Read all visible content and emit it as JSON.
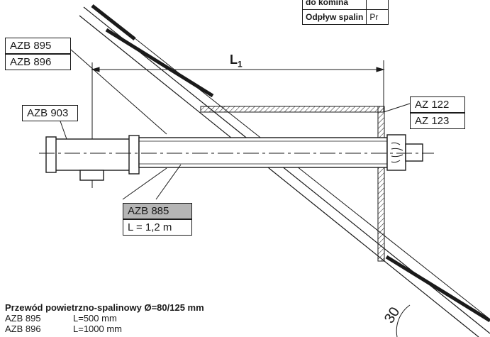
{
  "table": {
    "row1_label": "do komina",
    "row2_label": "Odpływ spalin",
    "row2_value": "Pr"
  },
  "labels": {
    "azb895": "AZB 895",
    "azb896": "AZB 896",
    "azb903": "AZB 903",
    "az122": "AZ 122",
    "az123": "AZ 123",
    "azb885": "AZB 885",
    "azb885_length": "L = 1,2 m"
  },
  "dimension": {
    "text": "L",
    "subscript": "1"
  },
  "angle_text": "30",
  "legend": {
    "title": "Przewód powietrzno-spalinowy Ø=80/125 mm",
    "rows": [
      {
        "code": "AZB 895",
        "length": "L=500 mm"
      },
      {
        "code": "AZB 896",
        "length": "L=1000 mm"
      }
    ]
  },
  "colors": {
    "line": "#1a1a1a",
    "highlight_fill": "#b5b5b5"
  }
}
